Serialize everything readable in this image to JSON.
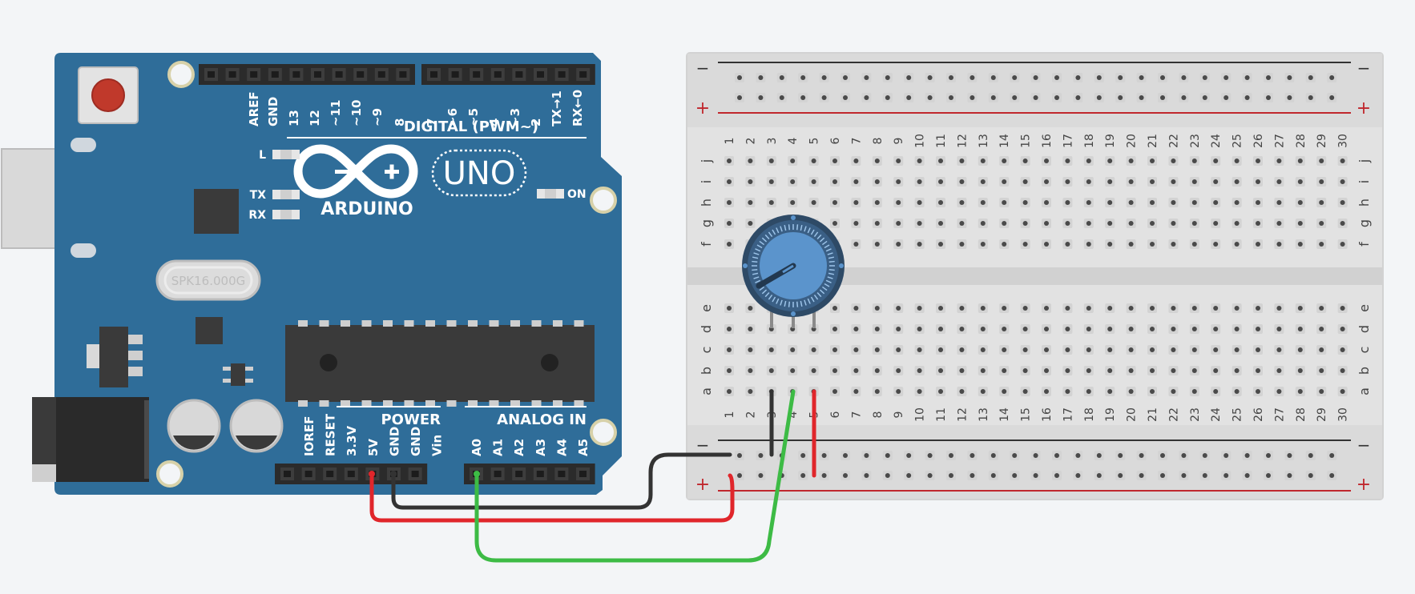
{
  "arduino": {
    "logo_text": "ARDUINO",
    "model": "UNO",
    "crystal": "SPK16.000G",
    "digital_header": "DIGITAL (PWM~)",
    "digital_pins": [
      "AREF",
      "GND",
      "13",
      "12",
      "~11",
      "~10",
      "~9",
      "8",
      "7",
      "~6",
      "~5",
      "4",
      "~3",
      "2",
      "TX→1",
      "RX←0"
    ],
    "led_l": "L",
    "led_tx": "TX",
    "led_rx": "RX",
    "led_on": "ON",
    "power_header": "POWER",
    "power_pins": [
      "IOREF",
      "RESET",
      "3.3V",
      "5V",
      "GND",
      "GND",
      "Vin"
    ],
    "analog_header": "ANALOG IN",
    "analog_pins": [
      "A0",
      "A1",
      "A2",
      "A3",
      "A4",
      "A5"
    ]
  },
  "breadboard": {
    "minus_symbol": "−",
    "plus_symbol": "+",
    "columns": [
      "1",
      "2",
      "3",
      "4",
      "5",
      "6",
      "7",
      "8",
      "9",
      "10",
      "11",
      "12",
      "13",
      "14",
      "15",
      "16",
      "17",
      "18",
      "19",
      "20",
      "21",
      "22",
      "23",
      "24",
      "25",
      "26",
      "27",
      "28",
      "29",
      "30"
    ],
    "rows_top": [
      "j",
      "i",
      "h",
      "g",
      "f"
    ],
    "rows_bottom": [
      "e",
      "d",
      "c",
      "b",
      "a"
    ]
  },
  "colors": {
    "board": "#2f6d99",
    "wire_black": "#333333",
    "wire_red": "#e0262b",
    "wire_green": "#3dbb45",
    "knob": "#5b94cc"
  }
}
